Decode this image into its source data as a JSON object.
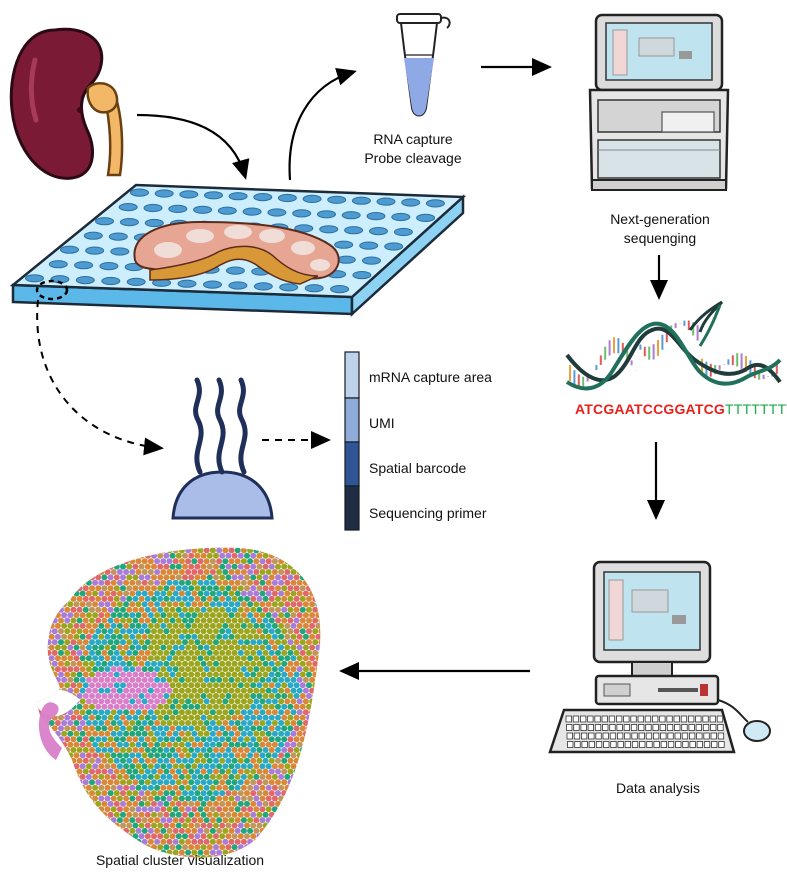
{
  "labels": {
    "rna_capture_line1": "RNA capture",
    "rna_capture_line2": "Probe cleavage",
    "ngs_line1": "Next-generation",
    "ngs_line2": "sequenging",
    "data_analysis": "Data analysis",
    "spatial_cluster": "Spatial cluster visualization"
  },
  "probe_segments": [
    {
      "label": "mRNA capture area",
      "color": "#bfd2ec"
    },
    {
      "label": "UMI",
      "color": "#8eacd9"
    },
    {
      "label": "Spatial barcode",
      "color": "#2f5597"
    },
    {
      "label": "Sequencing primer",
      "color": "#1f2d44"
    }
  ],
  "sequence": {
    "barcode": "ATCGAATCCGGATCG",
    "polyT": "TTTTTTTTT",
    "barcode_color": "#e8201c",
    "polyT_color": "#1ba84a"
  },
  "cluster_colors": [
    "#9ca51e",
    "#d97fc9",
    "#2aa9c7",
    "#21a57a",
    "#d98838",
    "#c1965a",
    "#e06868",
    "#a97cd8"
  ]
}
